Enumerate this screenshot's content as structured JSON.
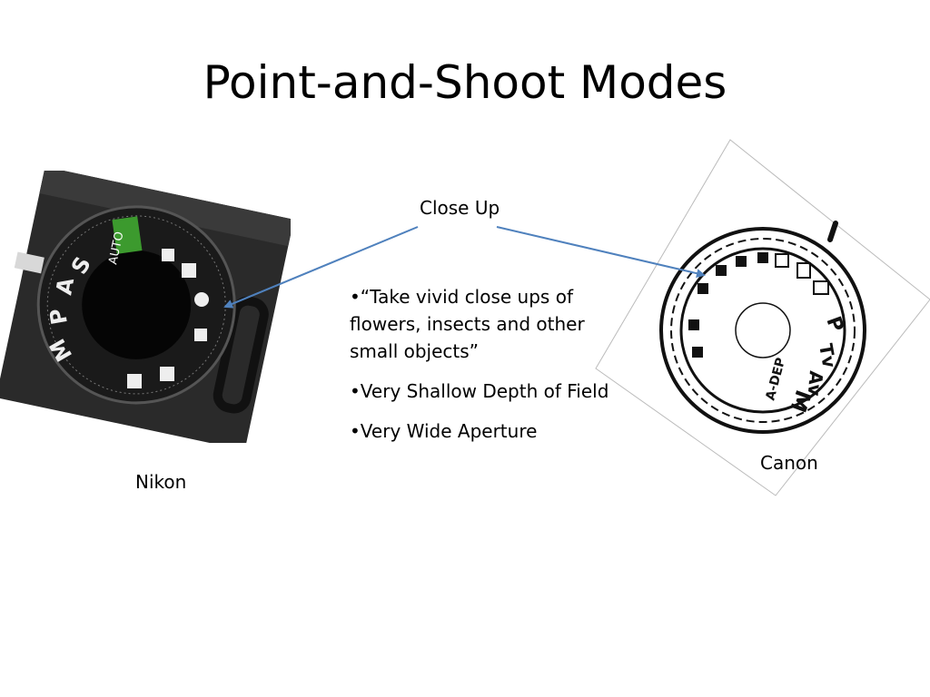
{
  "slide": {
    "title": "Point-and-Shoot Modes",
    "callout_label": "Close Up",
    "bullets": [
      "“Take vivid close ups of flowers, insects and other small objects”",
      "Very Shallow Depth of Field",
      "Very Wide Aperture"
    ]
  },
  "nikon": {
    "caption": "Nikon",
    "dial_labels": [
      "AUTO",
      "S",
      "A",
      "P",
      "M"
    ]
  },
  "canon": {
    "caption": "Canon",
    "dial_labels": [
      "P",
      "Tv",
      "Av",
      "M",
      "A-DEP"
    ]
  },
  "colors": {
    "arrow": "#4f81bd",
    "auto_green": "#3c9a2e"
  }
}
